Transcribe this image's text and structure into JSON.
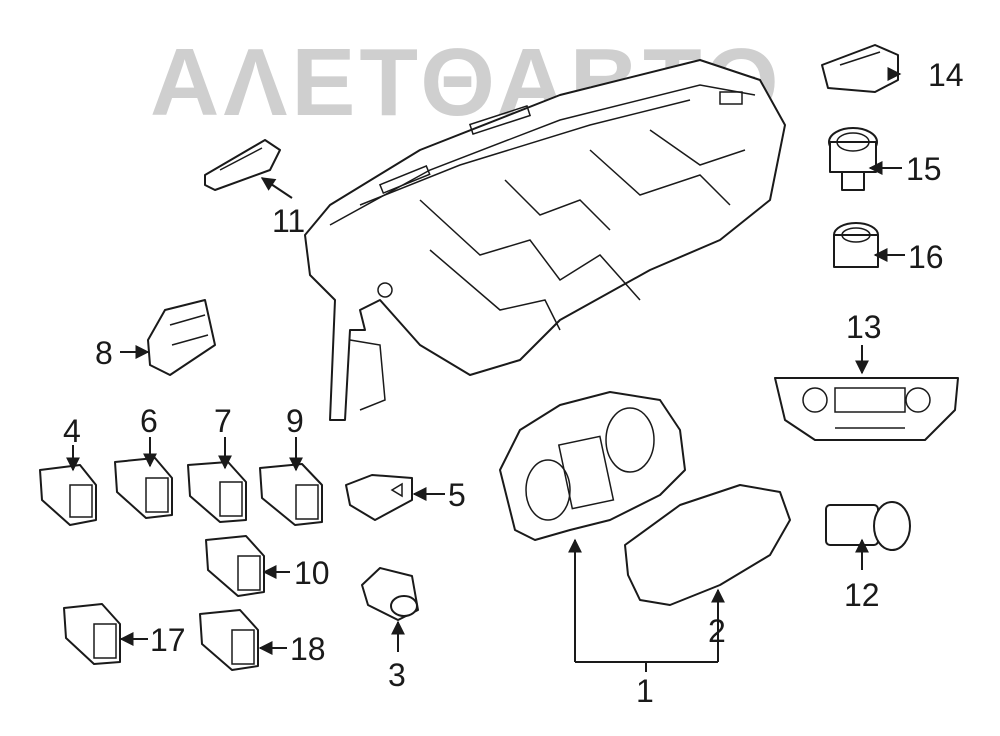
{
  "watermark": "ΑΛΕΤΘΑΒΤΘ",
  "callouts": {
    "c1": "1",
    "c2": "2",
    "c3": "3",
    "c4": "4",
    "c5": "5",
    "c6": "6",
    "c7": "7",
    "c8": "8",
    "c9": "9",
    "c10": "10",
    "c11": "11",
    "c12": "12",
    "c13": "13",
    "c14": "14",
    "c15": "15",
    "c16": "16",
    "c17": "17",
    "c18": "18"
  },
  "colors": {
    "line": "#1a1a1a",
    "watermark": "#cfcfcf",
    "background": "#ffffff"
  }
}
